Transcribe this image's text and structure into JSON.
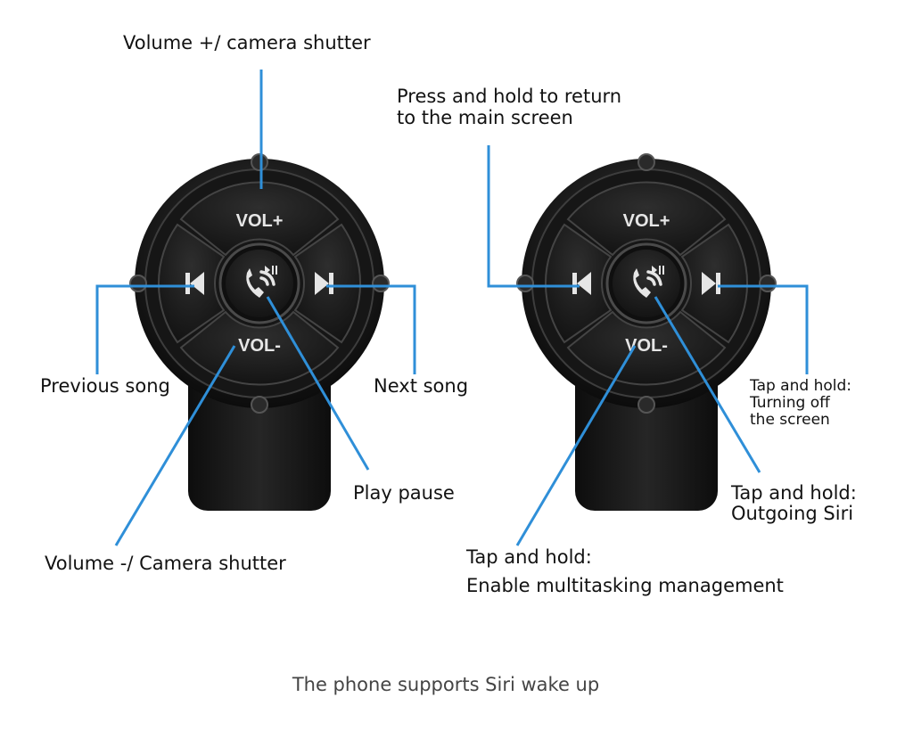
{
  "colors": {
    "leader_line": "#2f8fd8",
    "button_body": "#1a1a1a",
    "button_text": "#e6e6e6",
    "strap": "#141414"
  },
  "buttons": {
    "vol_up": "VOL+",
    "vol_down": "VOL-",
    "center_icon": "phone-play-pause-icon",
    "prev_icon": "skip-previous-icon",
    "next_icon": "skip-next-icon"
  },
  "left_labels": {
    "vol_up": "Volume +/ camera shutter",
    "previous": "Previous song",
    "next": "Next song",
    "play_pause": "Play pause",
    "vol_down": "Volume -/ Camera shutter"
  },
  "right_labels": {
    "home_line1": "Press and hold to return",
    "home_line2": "to the main screen",
    "screen_off_line1": "Tap and hold:",
    "screen_off_line2": "Turning off",
    "screen_off_line3": "the screen",
    "siri_line1": "Tap and hold:",
    "siri_line2": "Outgoing Siri",
    "multitask_line1": "Tap and hold:",
    "multitask_line2": "Enable multitasking management"
  },
  "caption": "The phone supports Siri wake up"
}
